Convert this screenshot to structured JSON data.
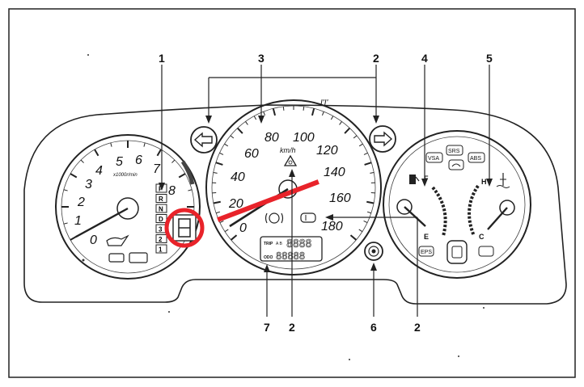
{
  "tachometer": {
    "labels": [
      "0",
      "1",
      "2",
      "3",
      "4",
      "5",
      "6",
      "7",
      "8"
    ],
    "unit": "x1000r/min",
    "gear_letters": [
      "P",
      "R",
      "N",
      "D",
      "3",
      "2",
      "1"
    ],
    "needle_value": 1.0
  },
  "speedometer": {
    "labels": [
      "0",
      "20",
      "40",
      "60",
      "80",
      "100",
      "120",
      "140",
      "160",
      "180"
    ],
    "unit": "km/h",
    "needle_value": 0
  },
  "fuel_gauge": {
    "full": "F",
    "empty": "E"
  },
  "temp_gauge": {
    "hot": "H",
    "cold": "C"
  },
  "indicators": {
    "vsa": "VSA",
    "srs": "SRS",
    "abs": "ABS",
    "eps": "EPS"
  },
  "odometer": {
    "trip_label": "TRIP",
    "trip_sub": "A B",
    "odo_label": "ODO",
    "digits_top": "8888",
    "digits_bottom": "88888"
  },
  "callouts": {
    "c1": "1",
    "c2_top": "2",
    "c3": "3",
    "c4": "4",
    "c5": "5",
    "c7": "7",
    "c2_bottom_mid": "2",
    "c6": "6",
    "c2_bottom_right": "2"
  },
  "marks": {
    "scribble": "I'I'"
  }
}
